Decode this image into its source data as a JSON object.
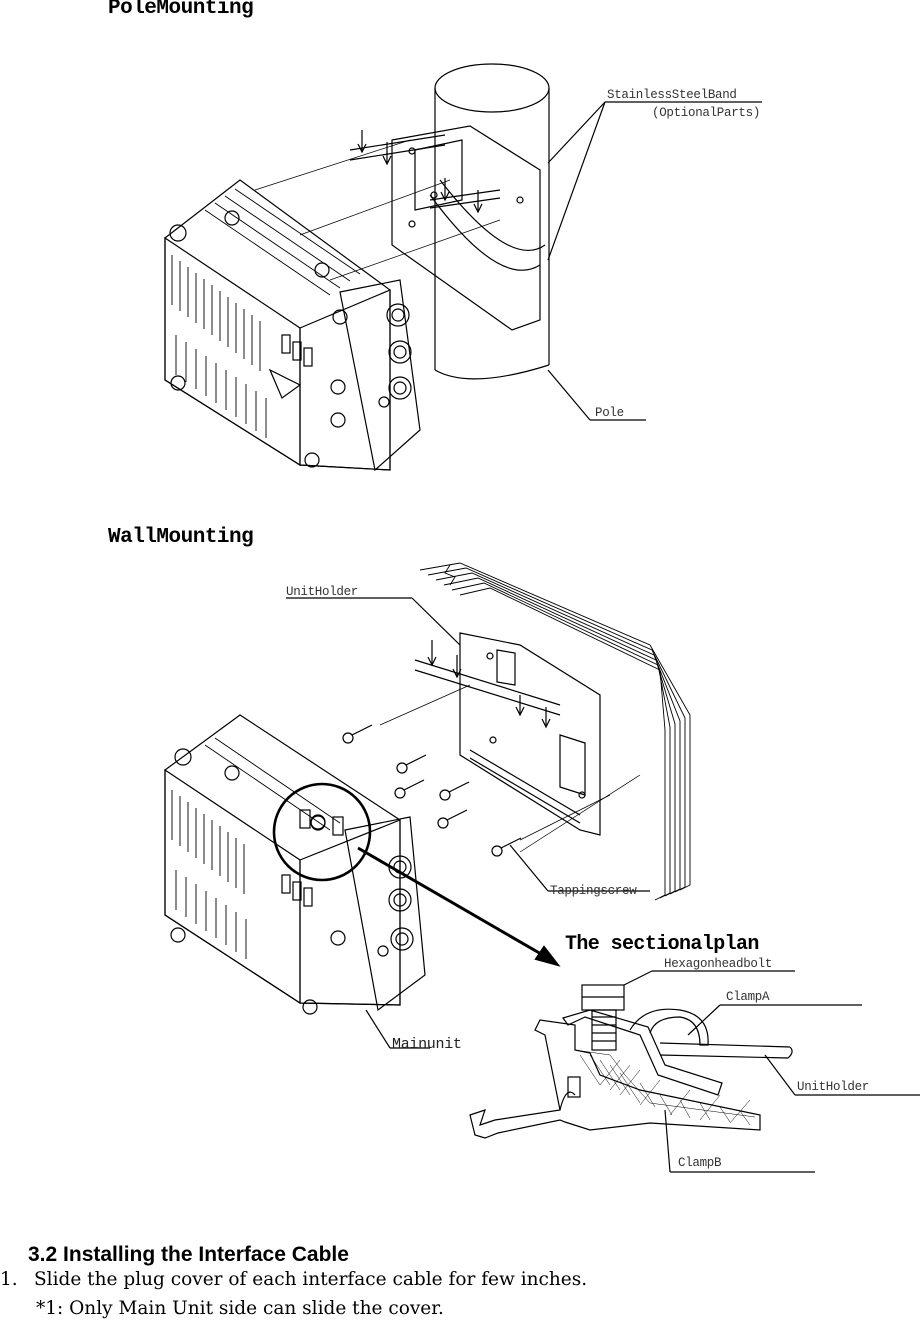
{
  "pole_section": {
    "title": "PoleMounting",
    "labels": {
      "band": "StainlessSteelBand",
      "band_note": "(OptionalParts)",
      "pole": "Pole"
    }
  },
  "wall_section": {
    "title": "WallMounting",
    "labels": {
      "unit_holder": "UnitHolder",
      "tapping_screw": "Tappingscrew",
      "main_unit": "Mainunit"
    }
  },
  "sectional_plan": {
    "title": "The sectionalplan",
    "labels": {
      "hex_bolt": "Hexagonheadbolt",
      "clamp_a": "ClampA",
      "unit_holder": "UnitHolder",
      "clamp_b": "ClampB"
    }
  },
  "instructions": {
    "heading": "3.2 Installing the Interface Cable",
    "step1_number": "1.",
    "step1_text": "Slide the plug cover of each interface cable for few inches.",
    "step1_note": "*1: Only Main Unit side can slide the cover."
  }
}
